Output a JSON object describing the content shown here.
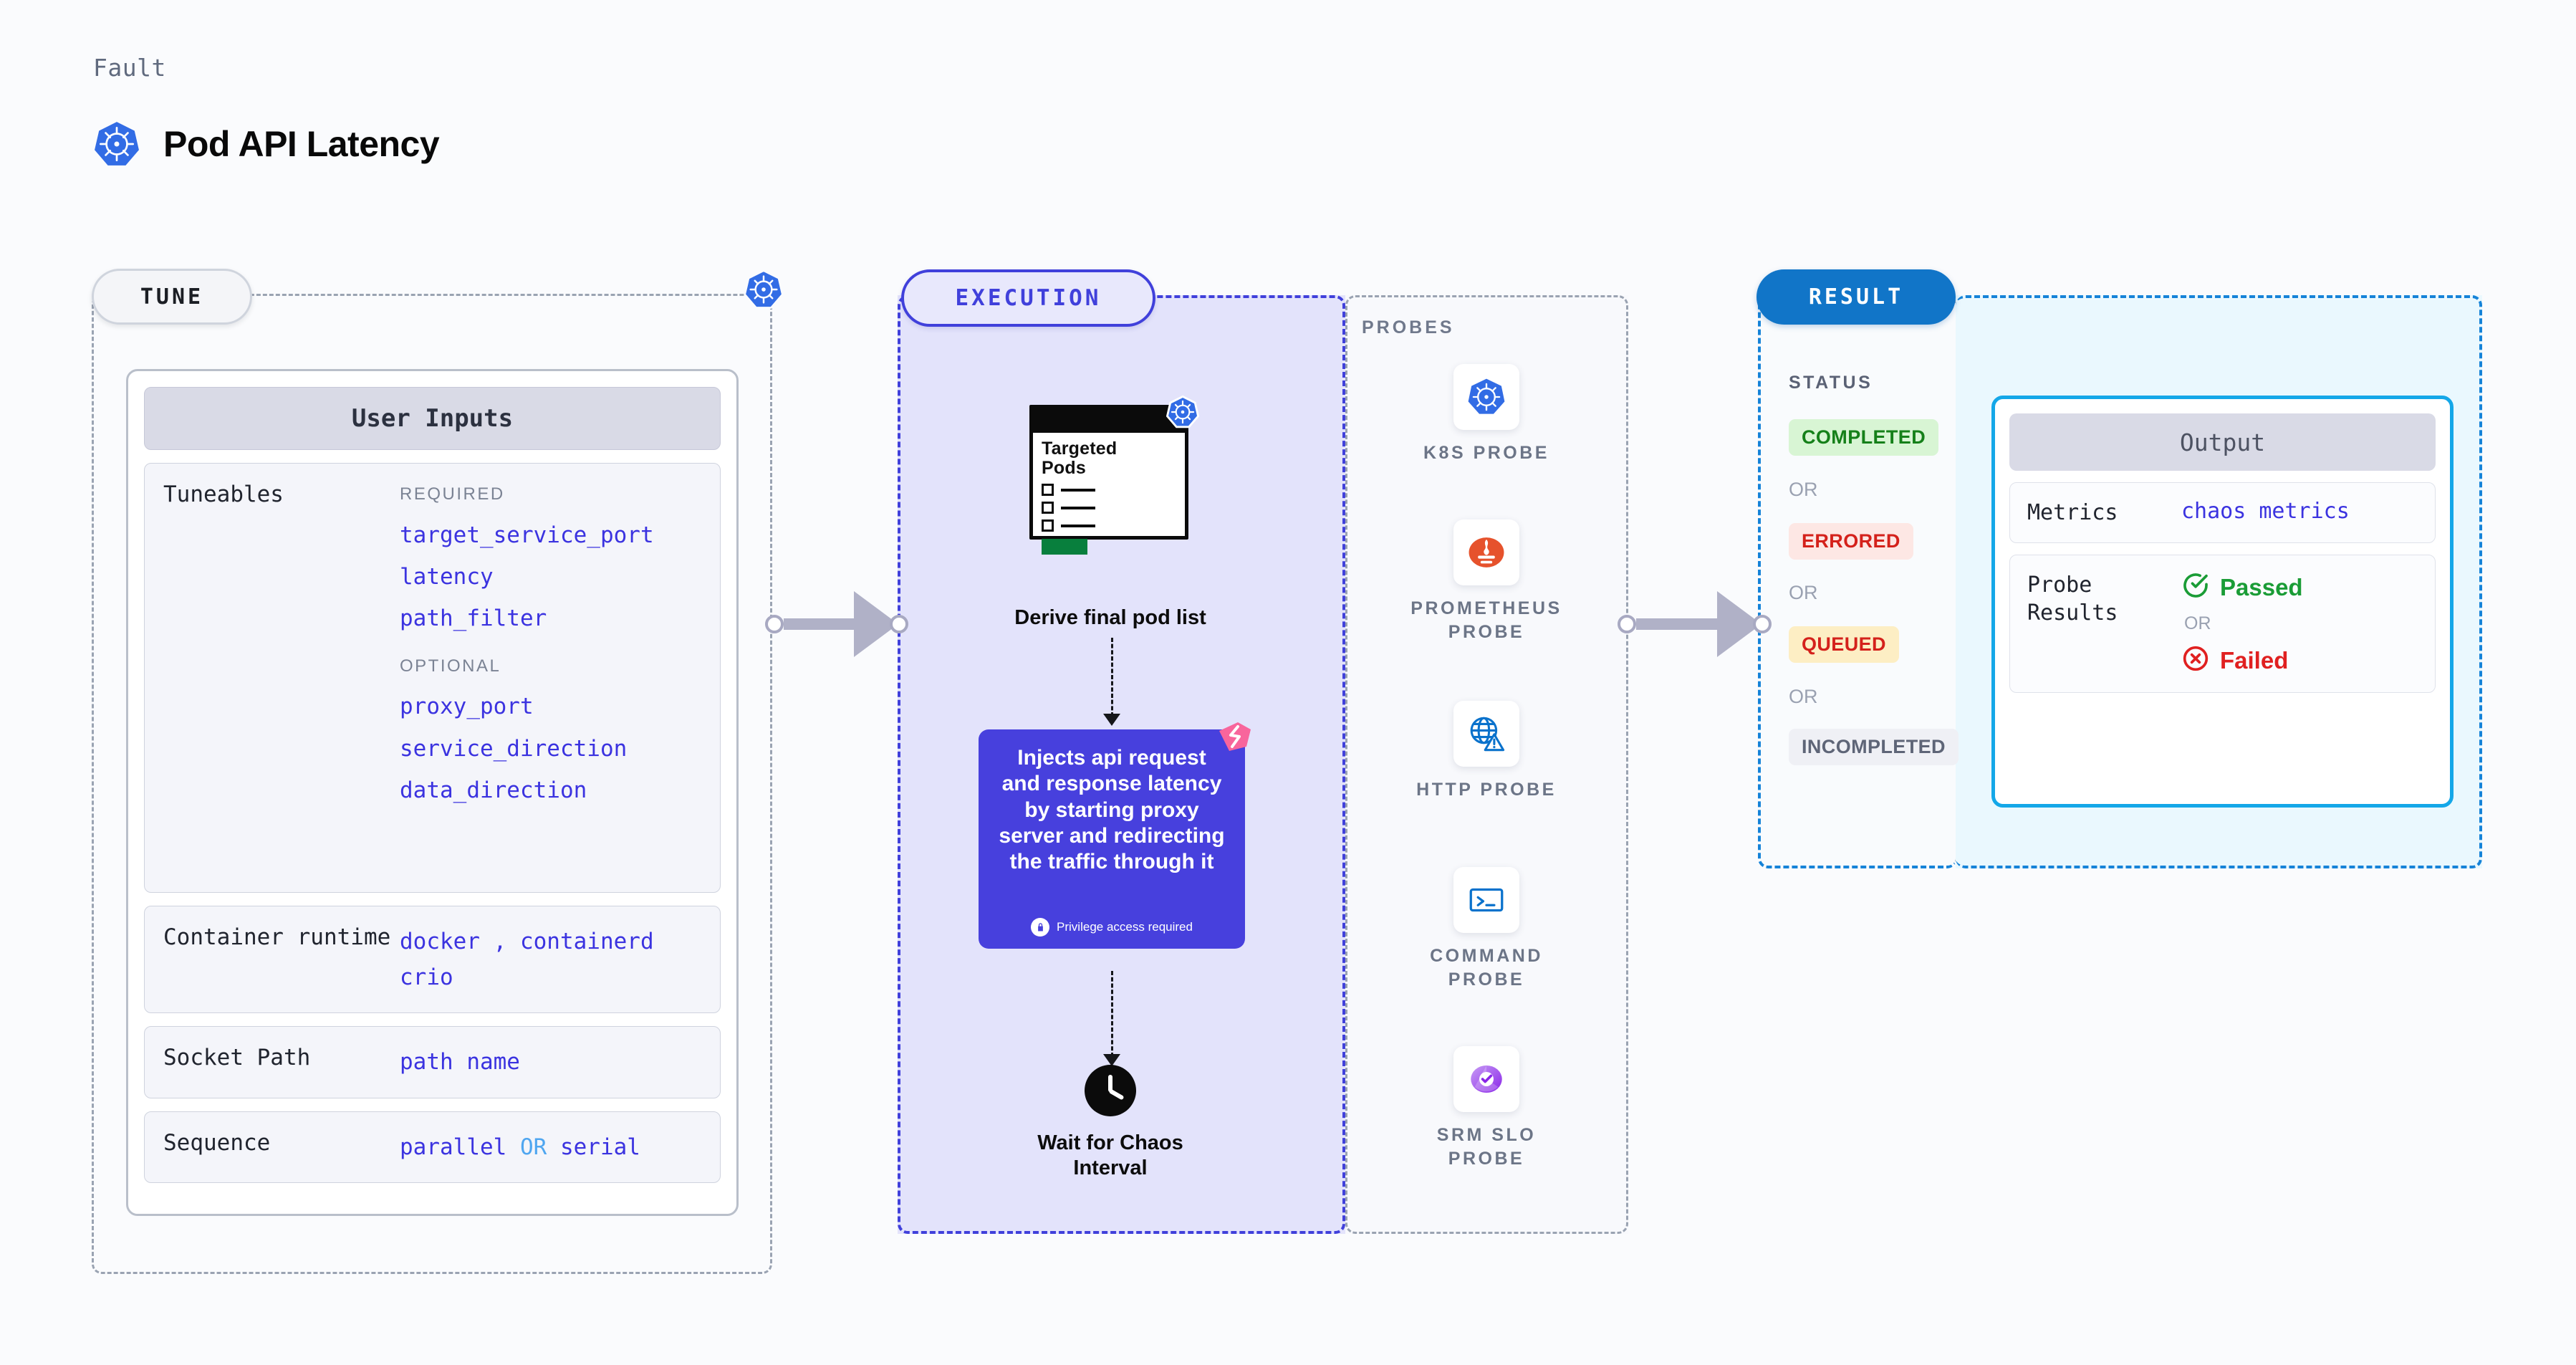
{
  "header": {
    "eyebrow": "Fault",
    "title": "Pod API Latency",
    "logo_icon": "kubernetes-icon"
  },
  "tune": {
    "pill_label": "TUNE",
    "boundary_icon": "kubernetes-icon",
    "card": {
      "heading": "User Inputs",
      "rows": [
        {
          "label": "Tuneables",
          "required_label": "REQUIRED",
          "required": [
            "target_service_port",
            "latency",
            "path_filter"
          ],
          "optional_label": "OPTIONAL",
          "optional": [
            "proxy_port",
            "service_direction",
            "data_direction"
          ]
        },
        {
          "label": "Container runtime",
          "values_line1": "docker , containerd",
          "values_line2": "crio"
        },
        {
          "label": "Socket Path",
          "value": "path name"
        },
        {
          "label": "Sequence",
          "value_a": "parallel",
          "separator": "OR",
          "value_b": "serial"
        }
      ]
    }
  },
  "execution": {
    "pill_label": "EXECUTION",
    "pod_doc": {
      "title_line1": "Targeted",
      "title_line2": "Pods",
      "badge_icon": "kubernetes-icon"
    },
    "step1_caption": "Derive final pod list",
    "inject": {
      "text": "Injects api request and response latency by starting proxy server and redirecting the traffic through it",
      "privilege_note": "Privilege access required",
      "privilege_icon": "lock-icon",
      "corner_icon": "chaos-mark-icon",
      "bg_color": "#4740dd"
    },
    "wait": {
      "icon": "clock-icon",
      "caption_line1": "Wait for Chaos",
      "caption_line2": "Interval"
    }
  },
  "probes": {
    "section_label": "PROBES",
    "items": [
      {
        "name": "K8S PROBE",
        "icon": "kubernetes-icon"
      },
      {
        "name": "PROMETHEUS PROBE",
        "icon": "prometheus-icon"
      },
      {
        "name": "HTTP PROBE",
        "icon": "globe-alert-icon"
      },
      {
        "name": "COMMAND PROBE",
        "icon": "terminal-icon"
      },
      {
        "name": "SRM SLO PROBE",
        "icon": "srm-slo-icon"
      }
    ]
  },
  "result": {
    "pill_label": "RESULT",
    "status_label": "STATUS",
    "or_label": "OR",
    "statuses": [
      {
        "label": "COMPLETED",
        "bg": "#d8f5d4",
        "fg": "#158019"
      },
      {
        "label": "ERRORED",
        "bg": "#fde7e4",
        "fg": "#d4211b"
      },
      {
        "label": "QUEUED",
        "bg": "#fdeec4",
        "fg": "#d4211b"
      },
      {
        "label": "INCOMPLETED",
        "bg": "#eff0f5",
        "fg": "#5e6577"
      }
    ]
  },
  "output": {
    "heading": "Output",
    "metrics_label": "Metrics",
    "metrics_value": "chaos metrics",
    "probe_results_label": "Probe Results",
    "passed_label": "Passed",
    "or_label": "OR",
    "failed_label": "Failed",
    "passed_icon": "check-circle-icon",
    "failed_icon": "x-circle-icon",
    "accent_color": "#14a7e8"
  }
}
